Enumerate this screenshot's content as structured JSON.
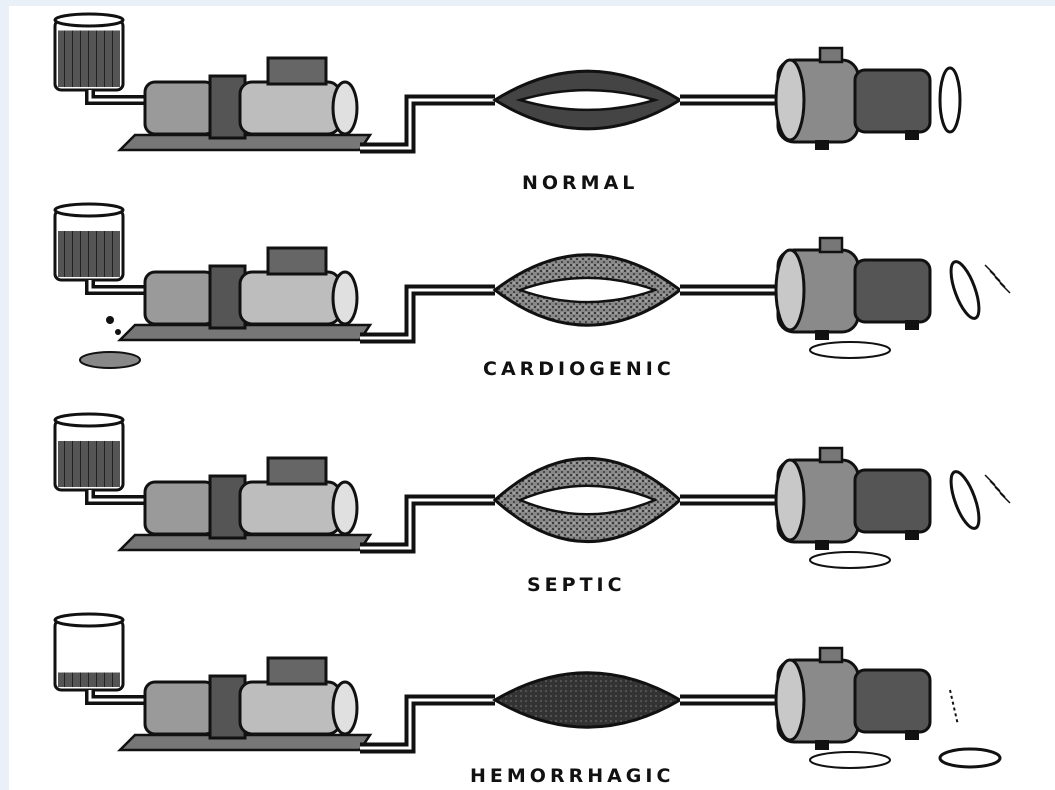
{
  "rows": [
    {
      "label": "NORMAL",
      "state": "normal"
    },
    {
      "label": "CARDIOGENIC",
      "state": "cardiogenic"
    },
    {
      "label": "SEPTIC",
      "state": "septic"
    },
    {
      "label": "HEMORRHAGIC",
      "state": "hemorrhagic"
    }
  ],
  "colors": {
    "ink": "#111111",
    "paper": "#ffffff",
    "border": "#eaf0f7"
  }
}
